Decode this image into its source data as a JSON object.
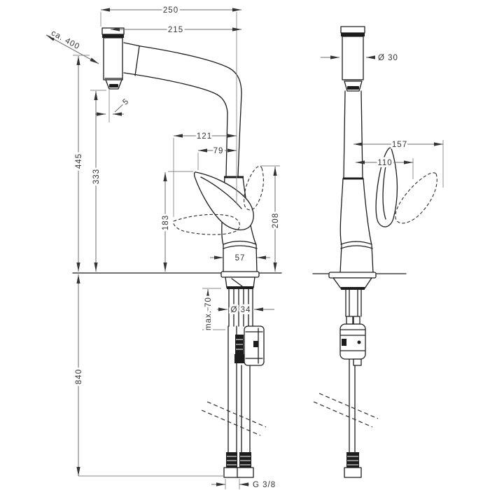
{
  "drawing": {
    "description": "Kitchen pull-out faucet technical dimension drawing, front and side views",
    "front": {
      "dims": {
        "projection_overall": "250",
        "projection_spout": "215",
        "pullout_hose_length": "ca. 400",
        "outlet_offset": "5",
        "height_overall": "445",
        "height_spout_outlet": "333",
        "handle_swing_max": "121",
        "handle_swing": "79",
        "handle_height_low": "183",
        "handle_height_high": "208",
        "body_width": "57",
        "mounting_thickness_max": "max. 70",
        "shank_diameter": "Ø 34",
        "hose_length": "840",
        "connection_thread": "G 3/8"
      }
    },
    "side": {
      "dims": {
        "head_diameter": "Ø 30",
        "handle_swing_max": "157",
        "handle_swing": "110"
      }
    }
  }
}
